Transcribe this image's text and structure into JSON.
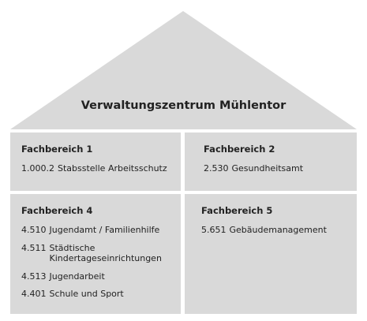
{
  "center": {
    "title": "Verwaltungszentrum Mühlentor"
  },
  "colors": {
    "panel_fill": "#d9d9d9",
    "text": "#222222",
    "background": "#ffffff"
  },
  "departments": [
    {
      "heading": "Fachbereich 1",
      "units": [
        {
          "code": "1.000.2",
          "name": "Stabsstelle Arbeitsschutz"
        }
      ]
    },
    {
      "heading": "Fachbereich 2",
      "units": [
        {
          "code": "2.530",
          "name": "Gesundheitsamt"
        }
      ]
    },
    {
      "heading": "Fachbereich 4",
      "units": [
        {
          "code": "4.510",
          "name": "Jugendamt / Familienhilfe"
        },
        {
          "code": "4.511",
          "name": "Städtische Kindertageseinrichtungen"
        },
        {
          "code": "4.513",
          "name": "Jugendarbeit"
        },
        {
          "code": "4.401",
          "name": "Schule und Sport"
        }
      ]
    },
    {
      "heading": "Fachbereich 5",
      "units": [
        {
          "code": "5.651",
          "name": "Gebäudemanagement"
        }
      ]
    }
  ]
}
